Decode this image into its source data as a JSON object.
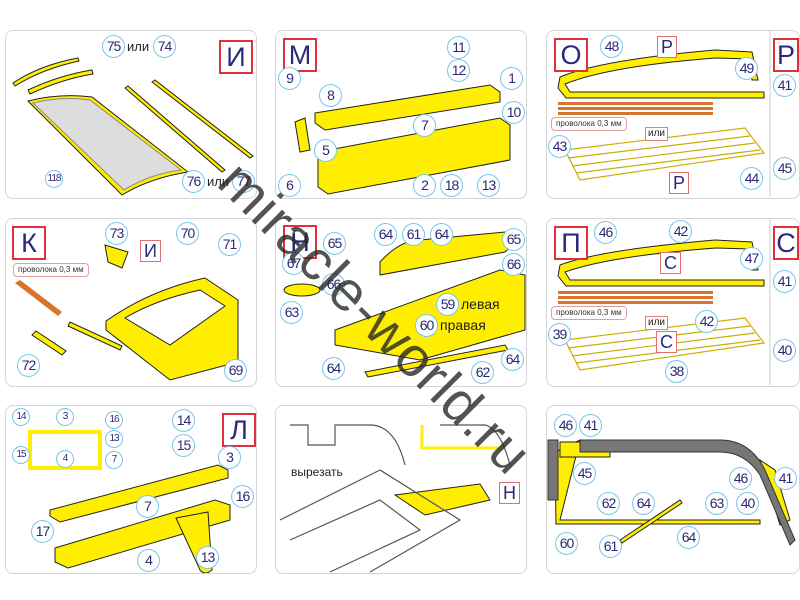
{
  "watermark": "miracle-world.ru",
  "or": "или",
  "wire": "проволока 0,3 мм",
  "cut": "вырезать",
  "left": "левая",
  "right": "правая",
  "colors": {
    "part": "#ffee00",
    "wire": "#d9742c",
    "frame": "#e0303a",
    "callout": "#79c6ea",
    "number": "#2b2a78"
  },
  "p1": {
    "letter": "И",
    "n": [
      "75",
      "74",
      "118",
      "76",
      "77"
    ]
  },
  "p2": {
    "letter": "М",
    "n": [
      "11",
      "12",
      "1",
      "9",
      "8",
      "7",
      "10",
      "5",
      "6",
      "2",
      "18",
      "13"
    ]
  },
  "p3": {
    "letter": "О",
    "letter2": "Р",
    "ref": "Р",
    "n": [
      "48",
      "49",
      "43",
      "44",
      "41",
      "45"
    ]
  },
  "p4": {
    "letter": "К",
    "ref": "И",
    "n": [
      "73",
      "70",
      "71",
      "72",
      "69"
    ]
  },
  "p5": {
    "letter": "Н",
    "n": [
      "65",
      "64",
      "61",
      "64",
      "65",
      "66",
      "67",
      "66",
      "63",
      "59",
      "60",
      "64",
      "62",
      "64"
    ]
  },
  "p6": {
    "letter": "П",
    "letter2": "С",
    "ref": "С",
    "n": [
      "46",
      "42",
      "47",
      "41",
      "39",
      "42",
      "40",
      "38"
    ]
  },
  "p7": {
    "letter": "Л",
    "n": [
      "14",
      "3",
      "16",
      "13",
      "15",
      "4",
      "7",
      "14",
      "15",
      "3",
      "16",
      "7",
      "17",
      "4",
      "13"
    ]
  },
  "p8": {
    "ref": "Н"
  },
  "p9": {
    "n": [
      "46",
      "41",
      "45",
      "46",
      "41",
      "62",
      "64",
      "63",
      "40",
      "60",
      "61",
      "64"
    ]
  }
}
